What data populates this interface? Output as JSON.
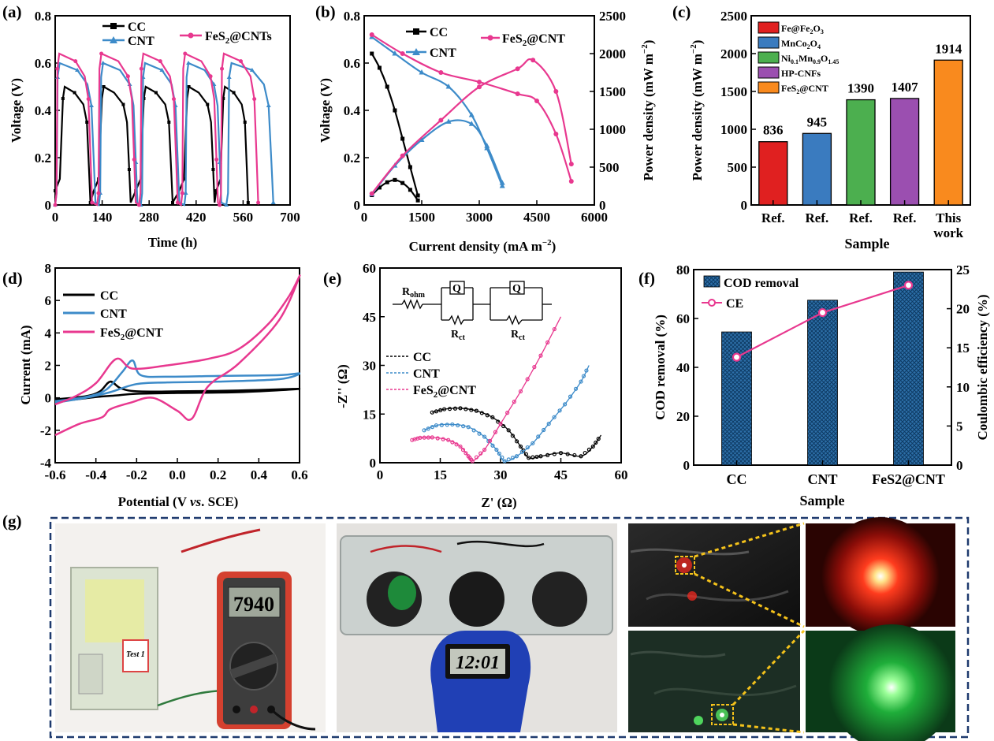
{
  "panel_labels": {
    "a": "(a)",
    "b": "(b)",
    "c": "(c)",
    "d": "(d)",
    "e": "(e)",
    "f": "(f)",
    "g": "(g)"
  },
  "colors": {
    "cc": "#000000",
    "cnt": "#3d8bc9",
    "fes2": "#e8388f",
    "bar_red": "#e02020",
    "bar_blue": "#3a7bbf",
    "bar_green": "#4caf4f",
    "bar_purple": "#9b4fb0",
    "bar_orange": "#f98a1e",
    "hatch": "#1e5a8c"
  },
  "panel_g": {
    "multimeter_reading": "7940",
    "clock_reading": "12:01",
    "cell_label": "Test 1",
    "photos": [
      "multimeter-photo",
      "clock-photo",
      "led-red-photo",
      "led-red-zoom-photo",
      "led-green-photo",
      "led-green-zoom-photo"
    ]
  },
  "chart_data": [
    {
      "id": "a",
      "type": "line",
      "xlabel": "Time (h)",
      "ylabel": "Voltage (V)",
      "xlim": [
        0,
        700
      ],
      "ylim": [
        0,
        0.8
      ],
      "xticks": [
        "0",
        "140",
        "280",
        "420",
        "560",
        "700"
      ],
      "yticks": [
        "0",
        "0.2",
        "0.4",
        "0.6",
        "0.8"
      ],
      "legend": [
        "CC",
        "CNT",
        "FeS2@CNTs"
      ],
      "series": [
        {
          "name": "CC",
          "peak_voltage": 0.5,
          "cycles_start_h": [
            0,
            115,
            240,
            370,
            480
          ],
          "cycle_length_h": [
            105,
            110,
            110,
            105,
            95
          ]
        },
        {
          "name": "CNT",
          "peak_voltage": 0.6,
          "cycles_start_h": [
            0,
            130,
            255,
            385,
            510
          ],
          "cycle_length_h": [
            120,
            115,
            115,
            110,
            140
          ]
        },
        {
          "name": "FeS2@CNTs",
          "peak_voltage": 0.64,
          "cycles_start_h": [
            0,
            125,
            250,
            375,
            490
          ],
          "cycle_length_h": [
            110,
            115,
            115,
            110,
            115
          ]
        }
      ]
    },
    {
      "id": "b",
      "type": "line",
      "xlabel": "Current density (mA m⁻²)",
      "ylabel": "Voltage (V)",
      "ylabel2": "Power density (mW m⁻²)",
      "xlim": [
        0,
        6000
      ],
      "ylim": [
        0,
        0.8
      ],
      "y2lim": [
        0,
        2500
      ],
      "xticks": [
        "0",
        "1500",
        "3000",
        "4500",
        "6000"
      ],
      "yticks": [
        "0",
        "0.2",
        "0.4",
        "0.6",
        "0.8"
      ],
      "y2ticks": [
        "0",
        "500",
        "1000",
        "1500",
        "2000",
        "2500"
      ],
      "legend": [
        "CC",
        "CNT",
        "FeS2@CNT"
      ],
      "polarization": [
        {
          "name": "CC",
          "x": [
            200,
            400,
            600,
            800,
            1000,
            1200,
            1400
          ],
          "y": [
            0.64,
            0.58,
            0.5,
            0.4,
            0.28,
            0.16,
            0.04
          ]
        },
        {
          "name": "CNT",
          "x": [
            200,
            800,
            1500,
            2200,
            2800,
            3200,
            3600
          ],
          "y": [
            0.71,
            0.64,
            0.56,
            0.5,
            0.38,
            0.24,
            0.08
          ]
        },
        {
          "name": "FeS2@CNT",
          "x": [
            200,
            1000,
            2000,
            3000,
            4000,
            4500,
            5000,
            5400
          ],
          "y": [
            0.72,
            0.64,
            0.56,
            0.52,
            0.47,
            0.44,
            0.3,
            0.1
          ]
        }
      ],
      "power": [
        {
          "name": "CC",
          "x": [
            200,
            400,
            600,
            800,
            1000,
            1200,
            1400
          ],
          "y": [
            130,
            230,
            300,
            330,
            290,
            200,
            60
          ]
        },
        {
          "name": "CNT",
          "x": [
            200,
            800,
            1500,
            2200,
            2800,
            3200,
            3600
          ],
          "y": [
            140,
            520,
            860,
            1100,
            1070,
            780,
            290
          ]
        },
        {
          "name": "FeS2@CNT",
          "x": [
            200,
            1000,
            2000,
            3000,
            4000,
            4400,
            5000,
            5400
          ],
          "y": [
            150,
            650,
            1120,
            1560,
            1800,
            1914,
            1500,
            540
          ]
        }
      ]
    },
    {
      "id": "c",
      "type": "bar",
      "xlabel": "Sample",
      "ylabel": "Power density (mW m⁻²)",
      "ylim": [
        0,
        2500
      ],
      "yticks": [
        "0",
        "500",
        "1000",
        "1500",
        "2000",
        "2500"
      ],
      "categories": [
        "Ref.",
        "Ref.",
        "Ref.",
        "Ref.",
        "This work"
      ],
      "values": [
        836,
        945,
        1390,
        1407,
        1914
      ],
      "value_labels": [
        "836",
        "945",
        "1390",
        "1407",
        "1914"
      ],
      "legend": [
        "Fe@Fe2O3",
        "MnCo2O4",
        "Ni0.1Mn0.9O1.45",
        "HP-CNFs",
        "FeS2@CNT"
      ]
    },
    {
      "id": "d",
      "type": "line",
      "xlabel": "Potential (V vs. SCE)",
      "ylabel": "Current (mA)",
      "xlim": [
        -0.6,
        0.6
      ],
      "ylim": [
        -4,
        8
      ],
      "xticks": [
        "-0.6",
        "-0.4",
        "-0.2",
        "0.0",
        "0.2",
        "0.4",
        "0.6"
      ],
      "yticks": [
        "-4",
        "-2",
        "0",
        "2",
        "4",
        "6",
        "8"
      ],
      "legend": [
        "CC",
        "CNT",
        "FeS2@CNT"
      ]
    },
    {
      "id": "e",
      "type": "scatter",
      "xlabel": "Z' (Ω)",
      "ylabel": "-Z'' (Ω)",
      "xlim": [
        0,
        60
      ],
      "ylim": [
        0,
        60
      ],
      "xticks": [
        "0",
        "15",
        "30",
        "45",
        "60"
      ],
      "yticks": [
        "0",
        "15",
        "30",
        "45",
        "60"
      ],
      "legend": [
        "CC",
        "CNT",
        "FeS2@CNT"
      ],
      "circuit_labels": [
        "R",
        "Q",
        "Q",
        "R",
        "R"
      ],
      "series": [
        {
          "name": "CC",
          "x": [
            13,
            16,
            20,
            24,
            28,
            32,
            35,
            37,
            40,
            45,
            50,
            53,
            55
          ],
          "y": [
            15.5,
            16.5,
            16.8,
            16,
            14,
            10,
            5,
            1.5,
            2,
            3,
            2,
            5,
            8.5
          ]
        },
        {
          "name": "CNT",
          "x": [
            11,
            14,
            18,
            22,
            26,
            29,
            31,
            34,
            38,
            42,
            46,
            50,
            52
          ],
          "y": [
            10,
            11.5,
            11.8,
            11,
            8,
            4,
            0.5,
            2,
            6,
            12,
            18,
            25,
            30
          ]
        },
        {
          "name": "FeS2@CNT",
          "x": [
            8,
            10,
            13,
            17,
            20,
            22,
            23,
            26,
            30,
            35,
            40,
            45
          ],
          "y": [
            7,
            7.7,
            7.8,
            7,
            5,
            2,
            0.5,
            4,
            12,
            22,
            33,
            45
          ]
        }
      ]
    },
    {
      "id": "f",
      "type": "bar",
      "xlabel": "Sample",
      "ylabel": "COD removal (%)",
      "ylabel2": "Coulombic efficiency (%)",
      "ylim": [
        0,
        80
      ],
      "y2lim": [
        0,
        25
      ],
      "yticks": [
        "0",
        "20",
        "40",
        "60",
        "80"
      ],
      "y2ticks": [
        "0",
        "5",
        "10",
        "15",
        "20",
        "25"
      ],
      "categories": [
        "CC",
        "CNT",
        "FeS2@CNT"
      ],
      "series": [
        {
          "name": "COD removal",
          "values": [
            54.5,
            67.5,
            79
          ]
        },
        {
          "name": "CE",
          "values": [
            13.8,
            19.5,
            23
          ]
        }
      ]
    }
  ]
}
